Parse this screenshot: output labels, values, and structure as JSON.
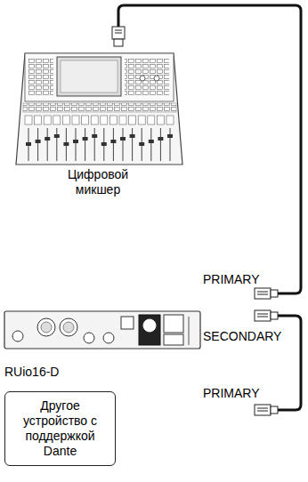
{
  "diagram": {
    "nodes": [
      {
        "text": [
          "Другое устройство с поддержкой Dante"
        ]
      }
    ],
    "labels": [
      "Цифровой микшер",
      "PRIMARY",
      "RUio16-D",
      "SECONDARY",
      "PRIMARY"
    ]
  }
}
